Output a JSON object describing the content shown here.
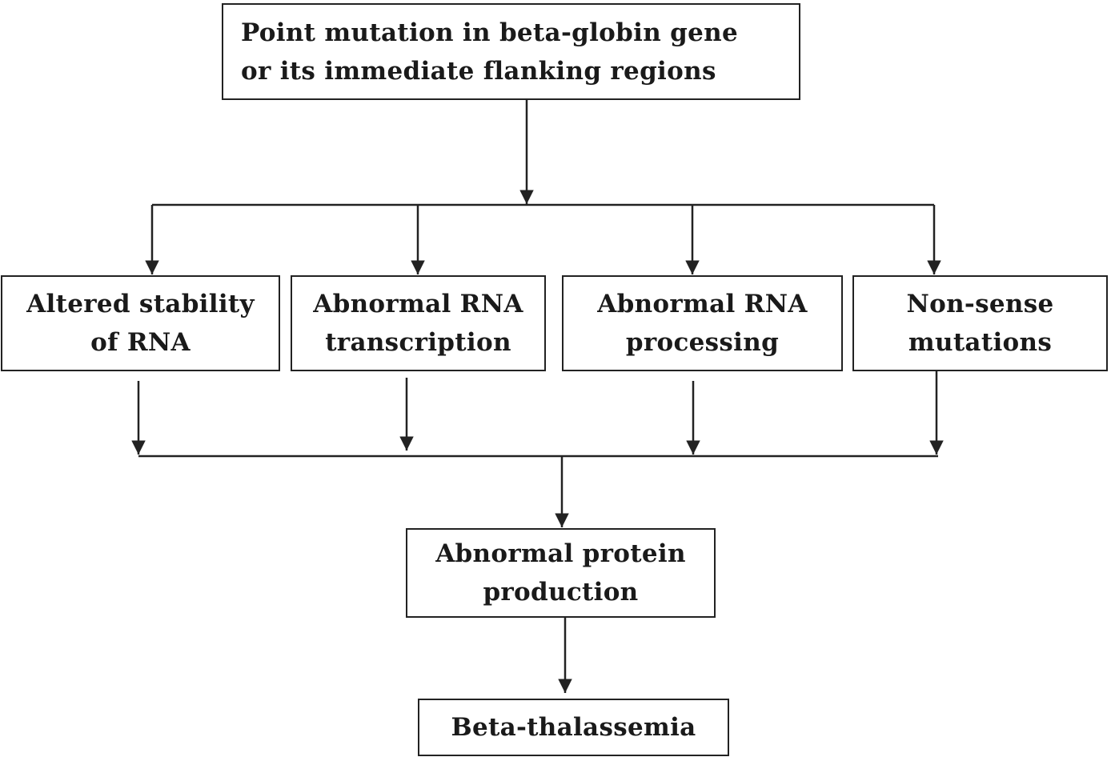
{
  "nodes": {
    "top": "Point mutation in beta-globin gene\nor its immediate flanking regions",
    "stability": "Altered stability\nof RNA",
    "transcription": "Abnormal RNA\ntranscription",
    "processing": "Abnormal RNA\nprocessing",
    "nonsense": "Non-sense\nmutations",
    "protein": "Abnormal protein\nproduction",
    "beta": "Beta-thalassemia"
  },
  "colors": {
    "stroke": "#222222",
    "text": "#1a1a1a",
    "background": "#ffffff"
  }
}
